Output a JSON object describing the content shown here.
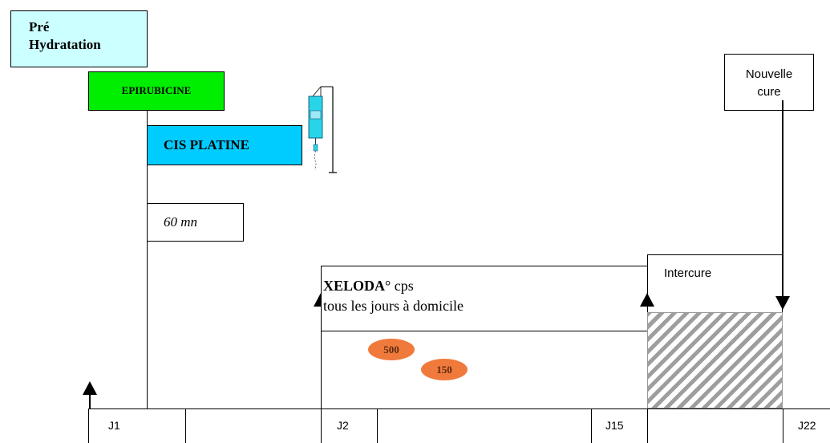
{
  "steps": {
    "hydration": [
      "Pré",
      "Hydratation"
    ],
    "epirubicine": "EPIRUBICINE",
    "cisplatine": "CIS PLATINE",
    "duration": "60 mn"
  },
  "xeloda": {
    "name": "XELODA",
    "suffix": "° cps",
    "line2": "tous les jours à domicile"
  },
  "pills": [
    "500",
    "150"
  ],
  "intercure": "Intercure",
  "nouvelle_cure": [
    "Nouvelle",
    "cure"
  ],
  "days": [
    "J1",
    "J2",
    "J15",
    "J22"
  ],
  "colors": {
    "hydration": "#ccffff",
    "epirubicine": "#00ee00",
    "cisplatine": "#00ccff",
    "pill": "#f07a3c"
  },
  "icons": [
    "iv-drip-icon"
  ]
}
